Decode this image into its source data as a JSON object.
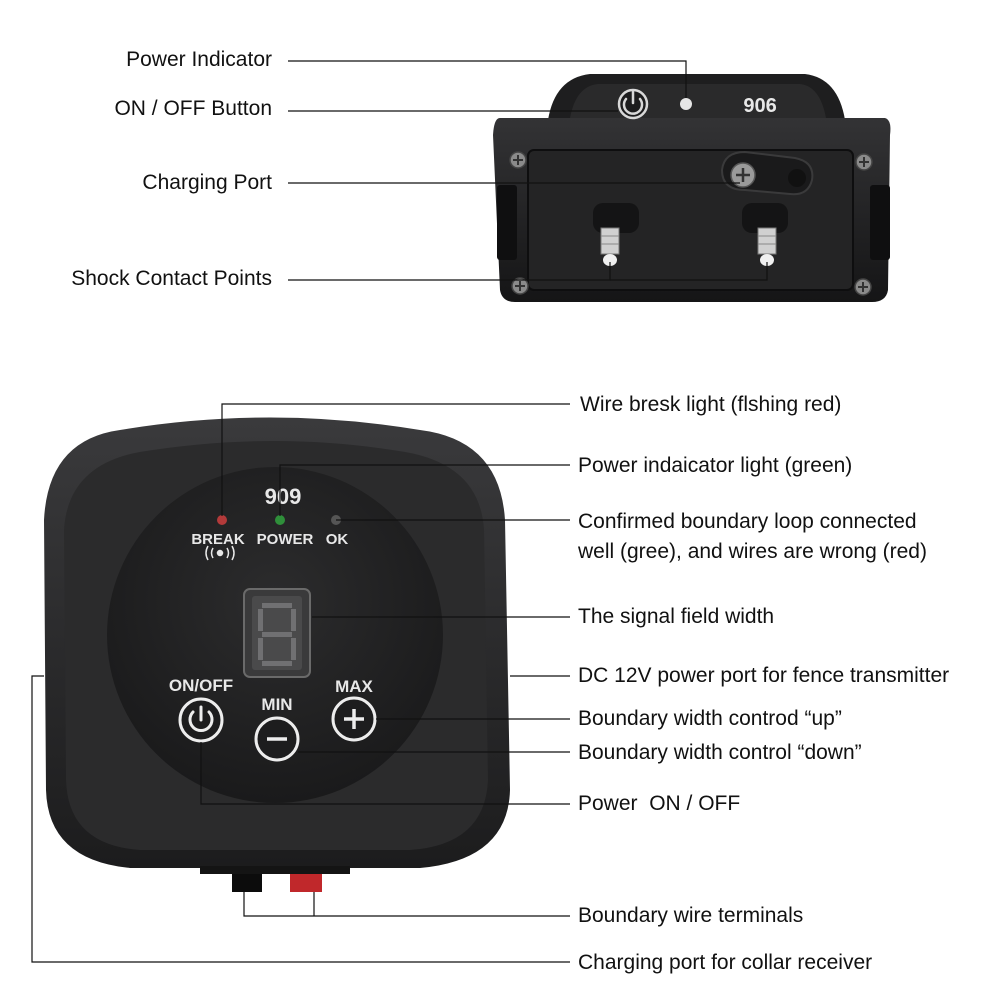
{
  "collar": {
    "model": "906",
    "labels": {
      "power_indicator": "Power Indicator",
      "on_off_button": "ON / OFF Button",
      "charging_port": "Charging Port",
      "shock_contacts": "Shock Contact Points"
    }
  },
  "transmitter": {
    "model": "909",
    "break_label": "BREAK",
    "power_label": "POWER",
    "ok_label": "OK",
    "on_off_label": "ON/OFF",
    "min_label": "MIN",
    "max_label": "MAX",
    "labels": {
      "wire_break": "Wire bresk light (flshing red)",
      "power_light": "Power indaicator light (green)",
      "loop_line1": "Confirmed boundary loop connected",
      "loop_line2": "well (gree), and wires are wrong (red)",
      "signal_width": "The signal field width",
      "dc_port": "DC 12V power port for fence transmitter",
      "width_up": "Boundary width controd “up”",
      "width_down": "Boundary width control “down”",
      "power_onoff": "Power  ON / OFF",
      "wire_terminals": "Boundary wire terminals",
      "charging_collar": "Charging port for collar receiver"
    }
  },
  "colors": {
    "break_led": "#b33a3a",
    "power_led": "#2f8f3a",
    "ok_led": "#555555",
    "red_terminal": "#c0282b"
  }
}
